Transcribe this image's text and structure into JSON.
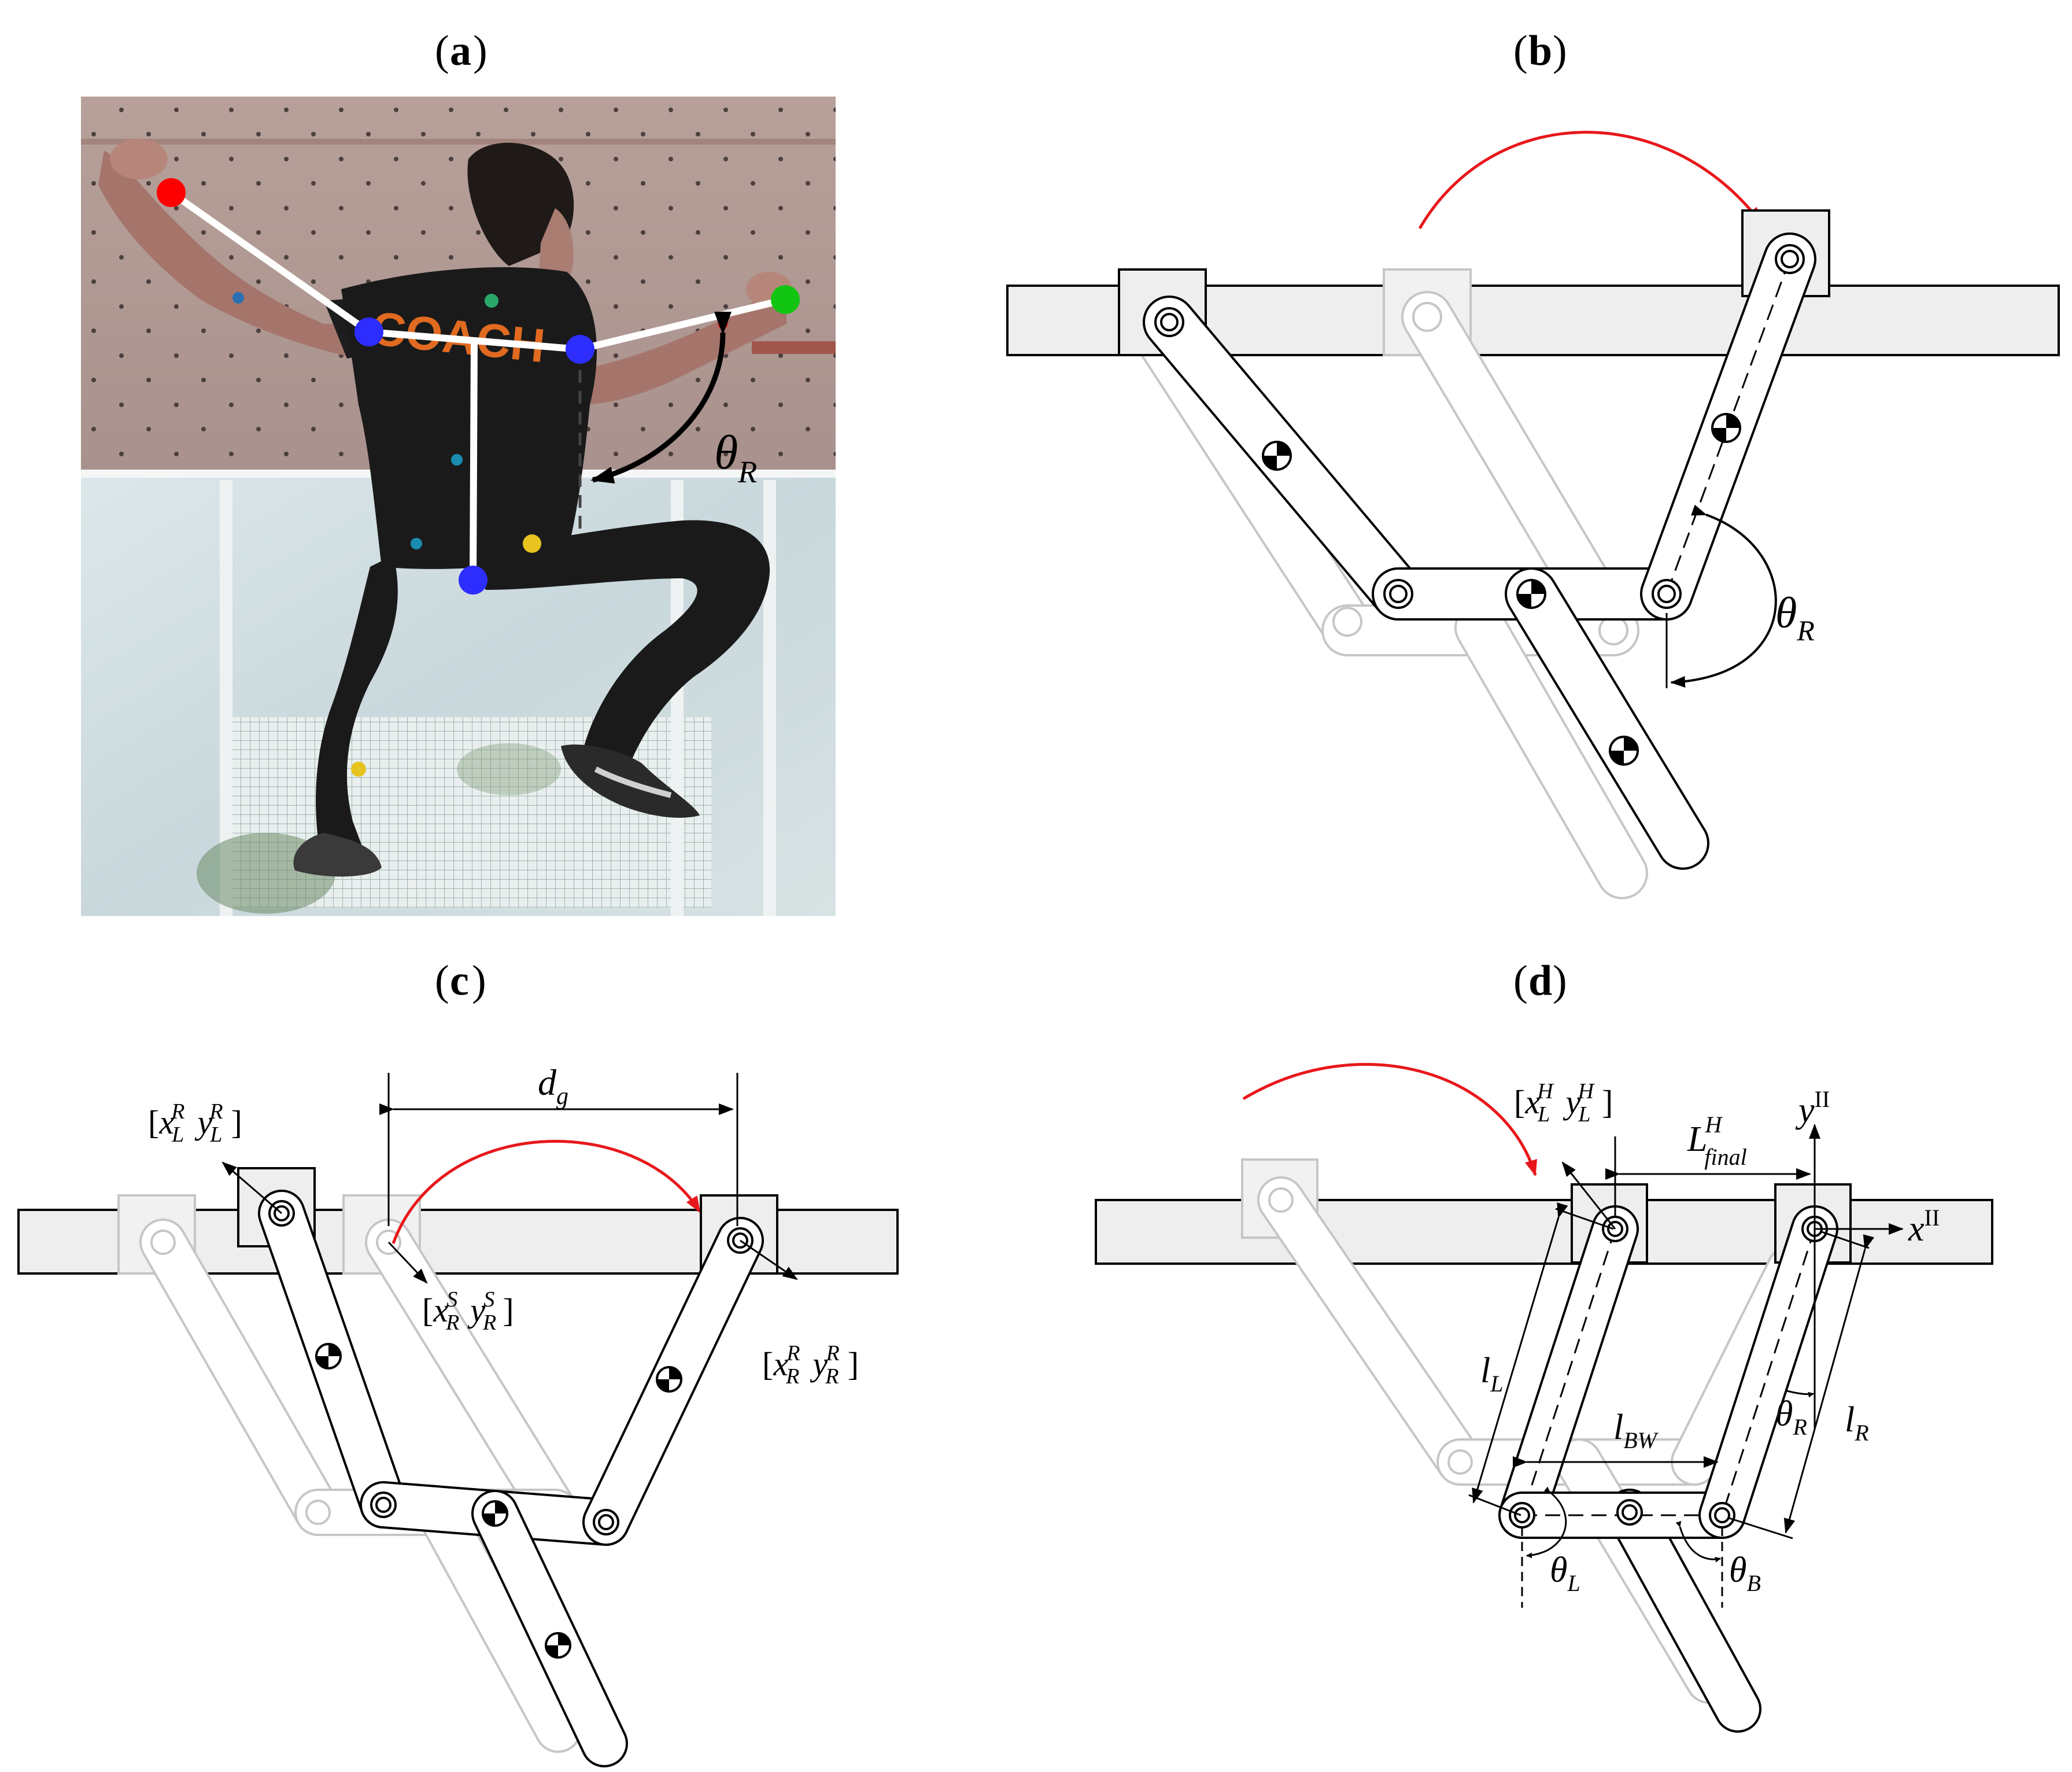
{
  "panels": {
    "a": {
      "label": "a"
    },
    "b": {
      "label": "b"
    },
    "c": {
      "label": "c"
    },
    "d": {
      "label": "d"
    }
  },
  "colors": {
    "swing_arrow": "#e8171b",
    "hand_left_dot": "#ff0000",
    "hand_right_dot": "#13c513",
    "joint_dot": "#2d2dff",
    "skeleton": "#ffffff",
    "bar_fill": "#eeeeee",
    "ghost": "#c8c8c8",
    "ink": "#000000"
  },
  "photo": {
    "shirt_text": "COACH"
  },
  "math": {
    "theta": "θ",
    "sub_R": "R",
    "sub_L": "L",
    "sub_B": "B",
    "d": "d",
    "sub_g": "g",
    "x": "x",
    "y": "y",
    "sup_R": "R",
    "sup_S": "S",
    "sup_H": "H",
    "L": "L",
    "sub_final": "final",
    "sup_II": "II",
    "l": "l",
    "sub_BW": "BW",
    "open_bracket": "[",
    "close_bracket": "]"
  }
}
